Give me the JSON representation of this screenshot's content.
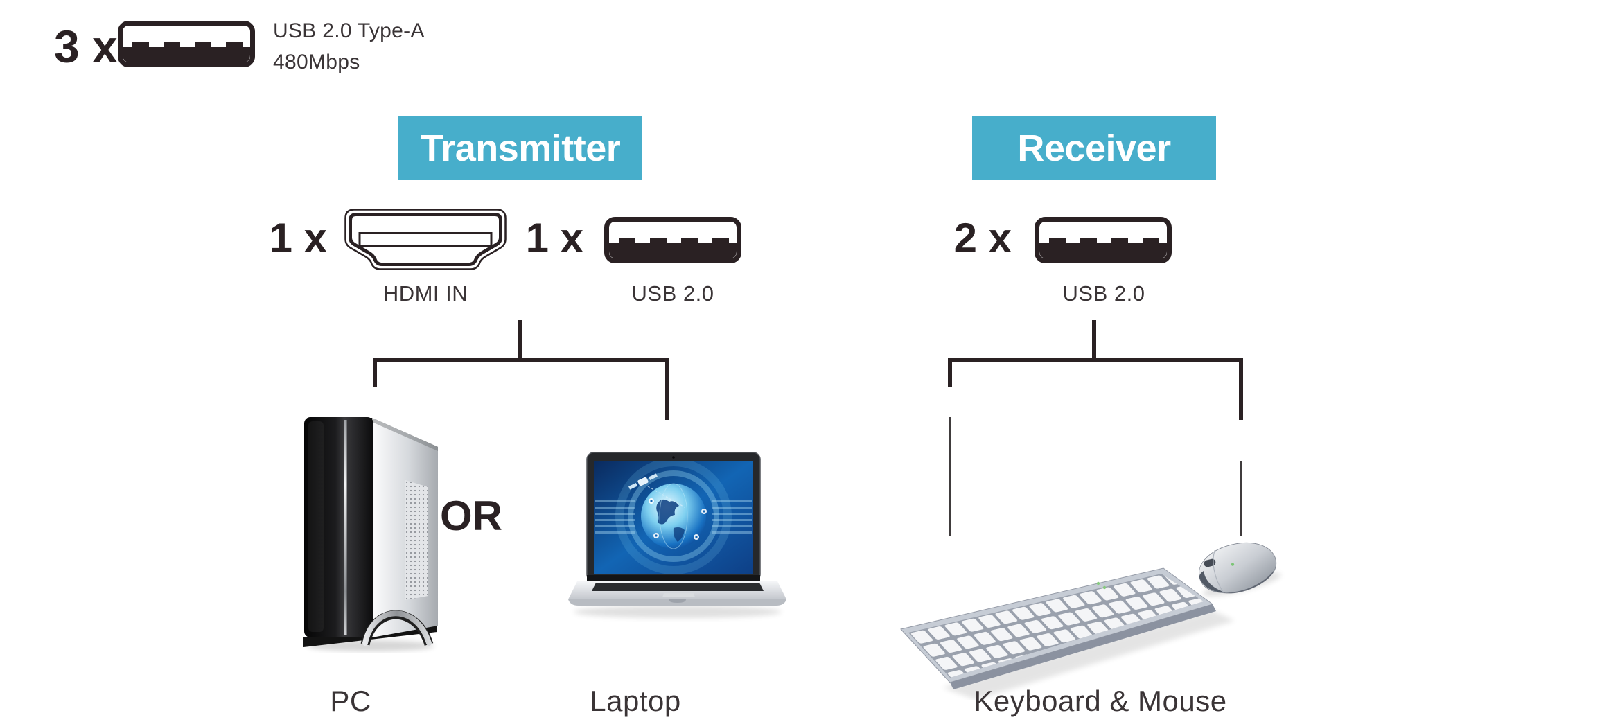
{
  "colors": {
    "teal": "#47AECB",
    "ink": "#2A2123",
    "ink_soft": "#3A3436",
    "line_gray": "#403C3D"
  },
  "top_badge": {
    "count": "3 x",
    "icon": "usb-type-a-port-icon",
    "spec": "USB 2.0 Type-A",
    "speed": "480Mbps"
  },
  "transmitter": {
    "title": "Transmitter",
    "ports": [
      {
        "count": "1 x",
        "icon": "hdmi-port-icon",
        "label": "HDMI IN"
      },
      {
        "count": "1 x",
        "icon": "usb-type-a-port-icon",
        "label": "USB 2.0"
      }
    ],
    "or_label": "OR",
    "sources": [
      {
        "label": "PC"
      },
      {
        "label": "Laptop"
      }
    ]
  },
  "receiver": {
    "title": "Receiver",
    "ports": [
      {
        "count": "2 x",
        "icon": "usb-type-a-port-icon",
        "label": "USB 2.0"
      }
    ],
    "peripherals": [
      {
        "label": "Keyboard & Mouse"
      }
    ]
  }
}
